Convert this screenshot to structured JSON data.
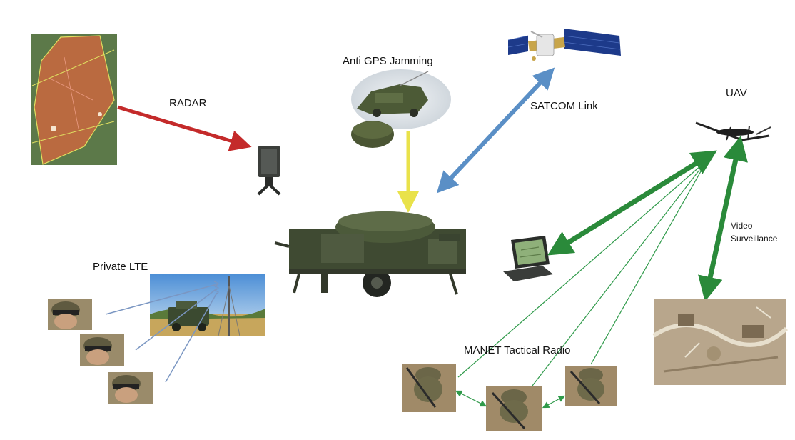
{
  "labels": {
    "radar": "RADAR",
    "anti_gps": "Anti GPS Jamming",
    "satcom": "SATCOM Link",
    "uav": "UAV",
    "video_line1": "Video",
    "video_line2": "Surveillance",
    "private_lte": "Private LTE",
    "manet": "MANET Tactical Radio"
  },
  "colors": {
    "radar_link": "#c42a2a",
    "gps_link": "#e9e24a",
    "satcom_link": "#5a8fc6",
    "uav_link": "#2a8a3a",
    "lte_link": "#7a96c2",
    "manet_link": "#2f9a4a"
  }
}
